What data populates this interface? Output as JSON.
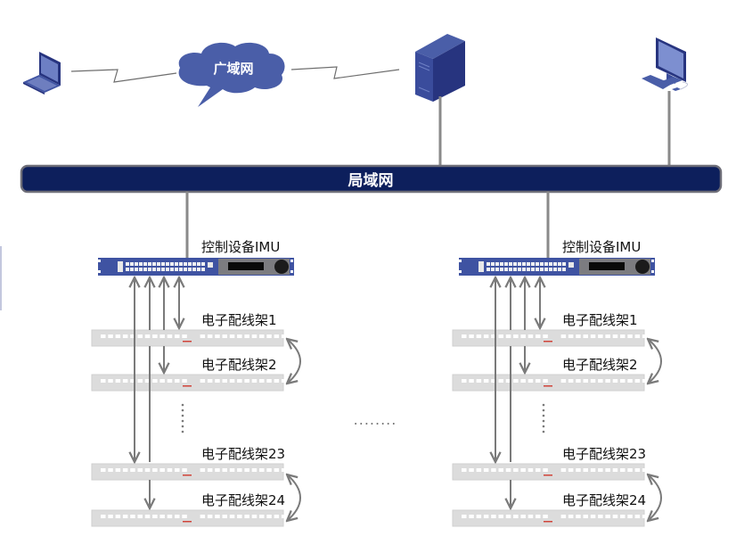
{
  "colors": {
    "device_blue": "#4a5ea8",
    "device_dark": "#27347f",
    "lan_bar": "#0d1f5c",
    "lan_border": "#6e6e78",
    "line_gray": "#7a7a7a",
    "panel_gray": "#dcdcdc"
  },
  "wan": {
    "label": "广域网"
  },
  "lan": {
    "label": "局域网"
  },
  "nodes": {
    "laptop": {
      "name": "laptop"
    },
    "server": {
      "name": "server"
    },
    "desktop": {
      "name": "desktop"
    }
  },
  "ellipsis_middle": "........",
  "clusters": [
    {
      "controller_label": "控制设备IMU",
      "panels": [
        {
          "label": "电子配线架1"
        },
        {
          "label": "电子配线架2"
        },
        {
          "label": "电子配线架23"
        },
        {
          "label": "电子配线架24"
        }
      ]
    },
    {
      "controller_label": "控制设备IMU",
      "panels": [
        {
          "label": "电子配线架1"
        },
        {
          "label": "电子配线架2"
        },
        {
          "label": "电子配线架23"
        },
        {
          "label": "电子配线架24"
        }
      ]
    }
  ]
}
